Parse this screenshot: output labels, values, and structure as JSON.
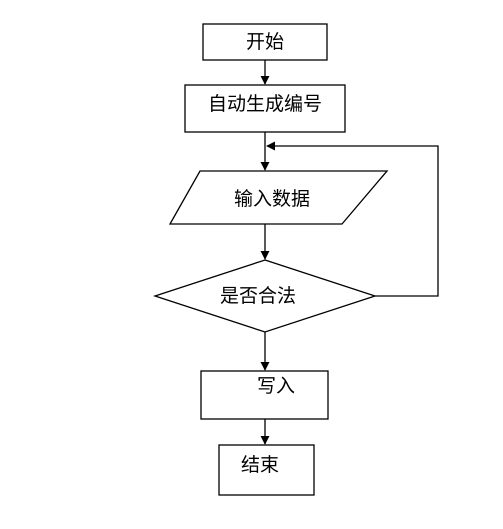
{
  "flowchart": {
    "nodes": {
      "start": {
        "label": "开始",
        "shape": "rectangle"
      },
      "auto_number": {
        "label": "自动生成编号",
        "shape": "rectangle"
      },
      "input_data": {
        "label": "输入数据",
        "shape": "parallelogram"
      },
      "is_valid": {
        "label": "是否合法",
        "shape": "diamond"
      },
      "write": {
        "label": "写入",
        "shape": "rectangle"
      },
      "end": {
        "label": "结束",
        "shape": "rectangle"
      }
    },
    "edges": [
      {
        "from": "start",
        "to": "auto_number"
      },
      {
        "from": "auto_number",
        "to": "input_data"
      },
      {
        "from": "input_data",
        "to": "is_valid"
      },
      {
        "from": "is_valid",
        "to": "write"
      },
      {
        "from": "is_valid",
        "to": "input_data",
        "type": "loop-back"
      },
      {
        "from": "write",
        "to": "end"
      }
    ],
    "colors": {
      "stroke": "#000000",
      "fill": "#ffffff",
      "text": "#000000"
    }
  }
}
